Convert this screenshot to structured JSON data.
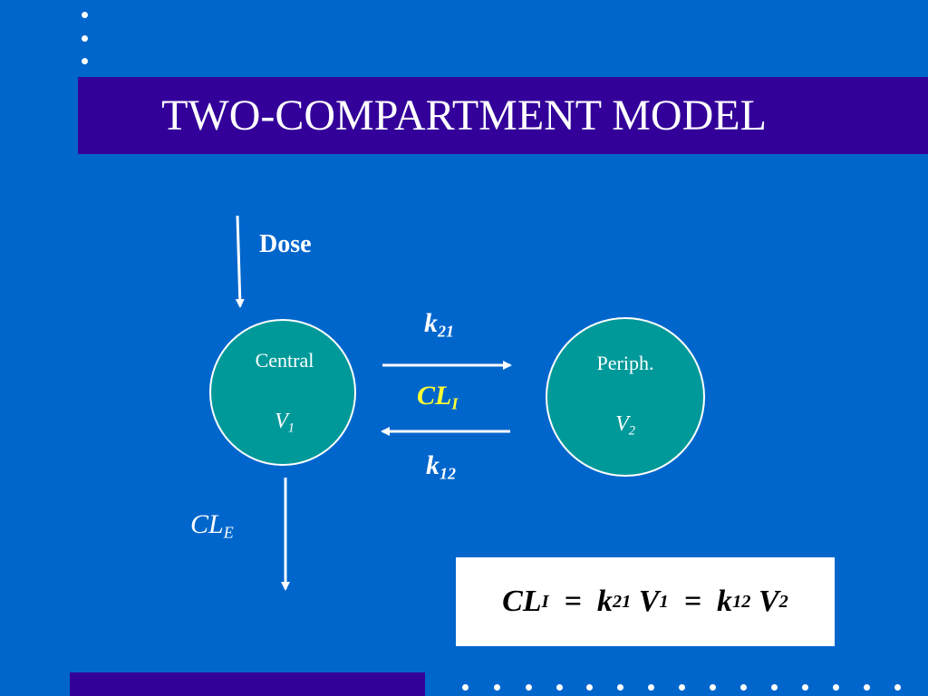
{
  "title": "TWO-COMPARTMENT MODEL",
  "dose_label": "Dose",
  "central": {
    "name": "Central",
    "volume": "V",
    "volume_sub": "1"
  },
  "peripheral": {
    "name": "Periph.",
    "volume": "V",
    "volume_sub": "2"
  },
  "k21": {
    "main": "k",
    "sub": "21"
  },
  "k12": {
    "main": "k",
    "sub": "12"
  },
  "cli": {
    "main": "CL",
    "sub": "I"
  },
  "cle": {
    "main": "CL",
    "sub": "E"
  },
  "equation": {
    "t1": "CL",
    "s1": "I",
    "t2": "  =  k",
    "s2": "21",
    "t3": " V",
    "s3": "1",
    "t4": "  =  k",
    "s4": "12",
    "t5": " V",
    "s5": "2"
  },
  "colors": {
    "background": "#0066CC",
    "title_band": "#330099",
    "compartment_fill": "#009999",
    "intercompartmental_label": "#FFFF33",
    "equation_box": "#FFFFFF"
  }
}
